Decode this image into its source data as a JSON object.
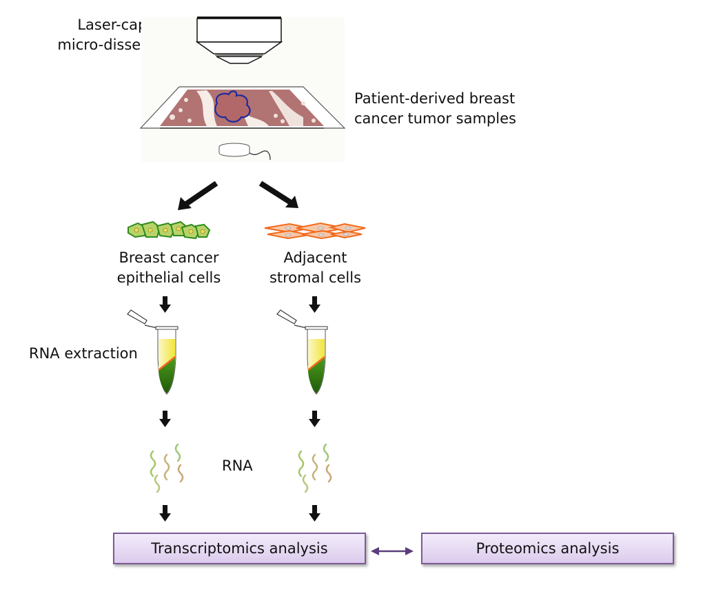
{
  "title_labels": {
    "lcm": [
      "Laser-capture",
      "micro-dissection"
    ],
    "samples": [
      "Patient-derived breast",
      "cancer tumor samples"
    ]
  },
  "branches": [
    {
      "id": "epithelial",
      "label": [
        "Breast cancer",
        "epithelial cells"
      ],
      "cell_color": "#2e8b1e"
    },
    {
      "id": "stromal",
      "label": [
        "Adjacent",
        "stromal cells"
      ],
      "cell_color": "#f26a1b"
    }
  ],
  "steps": {
    "rna_extraction": "RNA extraction",
    "rna": "RNA"
  },
  "analysis": {
    "transcriptomics": "Transcriptomics analysis",
    "proteomics": "Proteomics analysis"
  },
  "colors": {
    "box_border": "#7b5a98",
    "double_arrow": "#5a3d7a",
    "tumor_outline": "#1f2a9c",
    "tissue": "#9a4a4a"
  }
}
